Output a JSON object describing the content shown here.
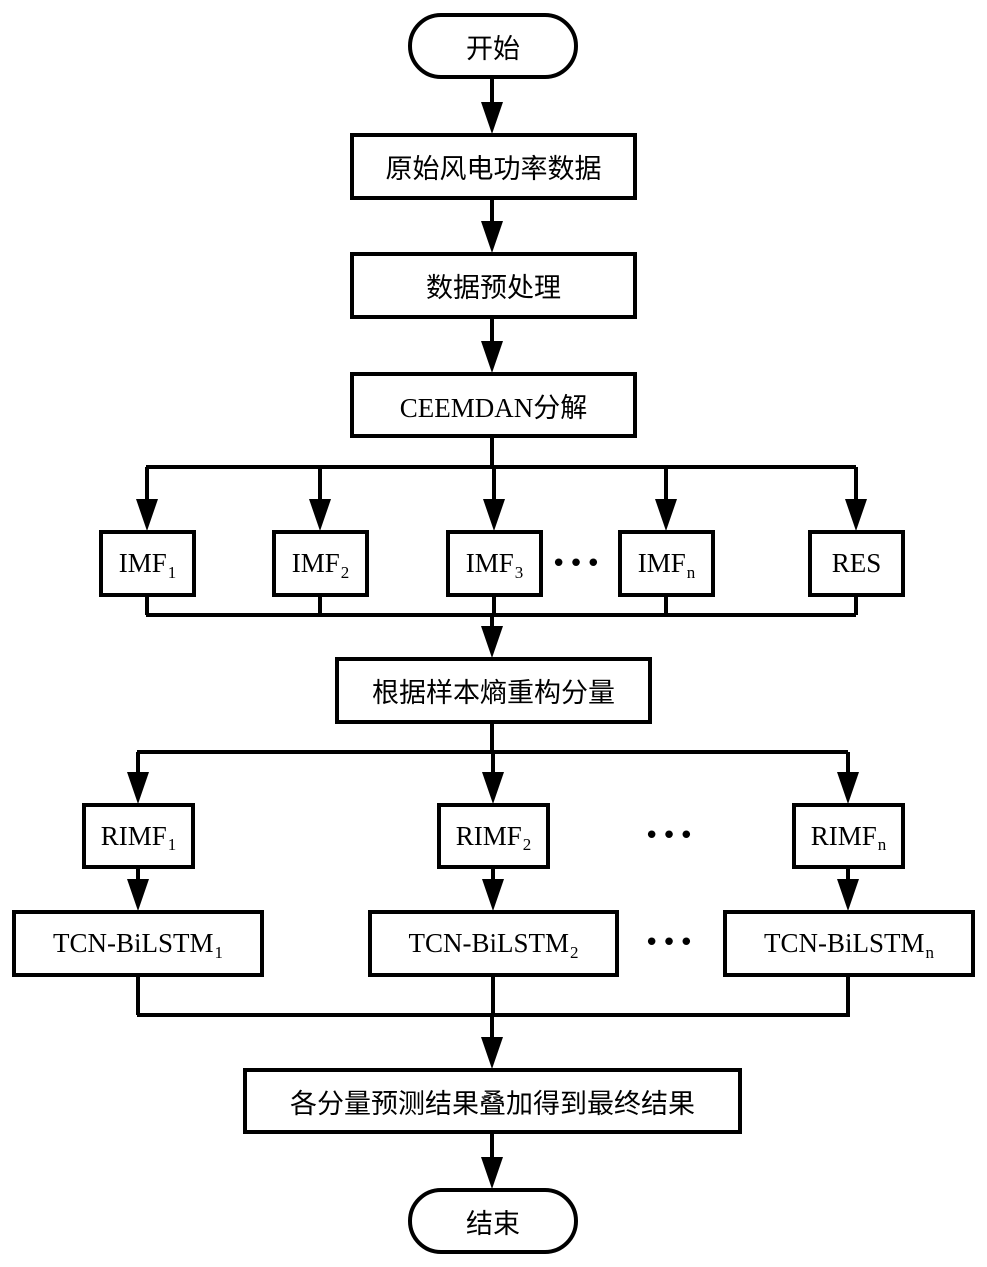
{
  "diagram": {
    "type": "flowchart",
    "start": {
      "label": "开始"
    },
    "steps": [
      {
        "id": "raw-data",
        "label": "原始风电功率数据"
      },
      {
        "id": "preprocess",
        "label": "数据预处理"
      },
      {
        "id": "decompose",
        "label": "CEEMDAN分解"
      }
    ],
    "decomposition_components": [
      {
        "base": "IMF",
        "sub": "1"
      },
      {
        "base": "IMF",
        "sub": "2"
      },
      {
        "base": "IMF",
        "sub": "3"
      },
      {
        "base": "IMF",
        "sub": "n"
      },
      {
        "base": "RES",
        "sub": ""
      }
    ],
    "ellipsis": "•••",
    "reconstruct": {
      "label": "根据样本熵重构分量"
    },
    "reconstructed_components": [
      {
        "base": "RIMF",
        "sub": "1"
      },
      {
        "base": "RIMF",
        "sub": "2"
      },
      {
        "base": "RIMF",
        "sub": "n"
      }
    ],
    "models": [
      {
        "base": "TCN-BiLSTM",
        "sub": "1"
      },
      {
        "base": "TCN-BiLSTM",
        "sub": "2"
      },
      {
        "base": "TCN-BiLSTM",
        "sub": "n"
      }
    ],
    "aggregate": {
      "label": "各分量预测结果叠加得到最终结果"
    },
    "end": {
      "label": "结束"
    },
    "colors": {
      "stroke": "#000000",
      "fill": "#ffffff",
      "text": "#000000"
    }
  }
}
